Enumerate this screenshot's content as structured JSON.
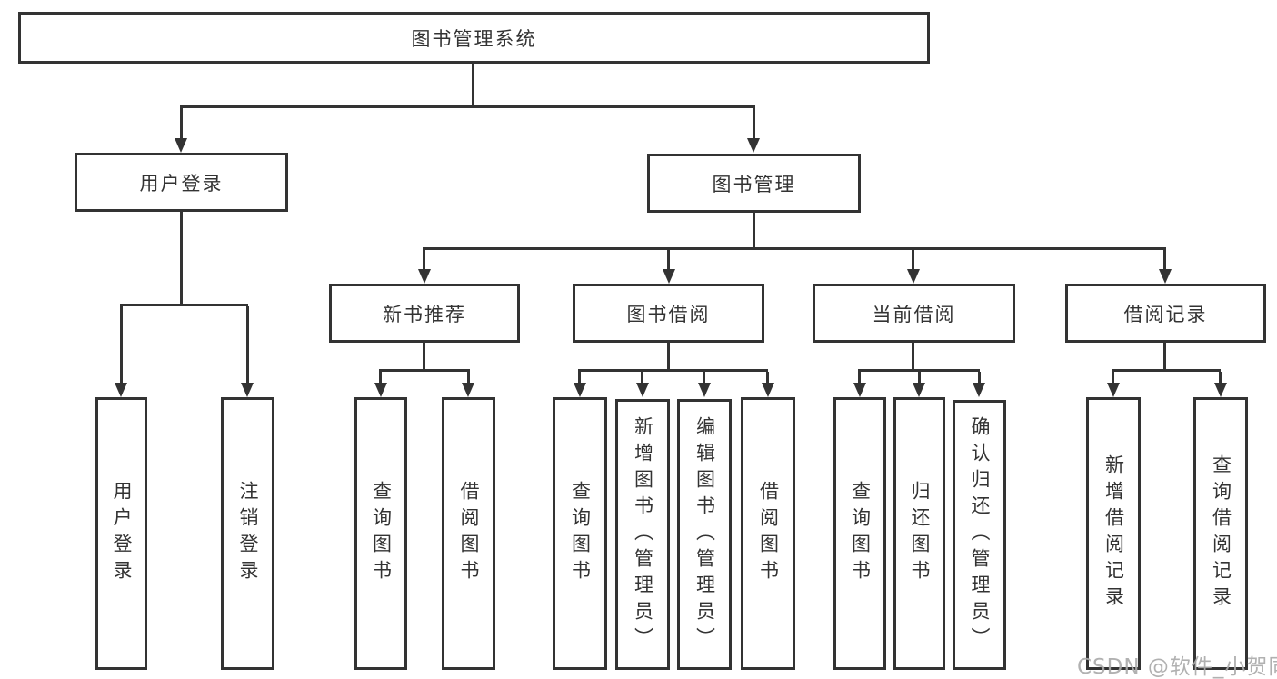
{
  "diagram": {
    "title": "图书管理系统",
    "level2": [
      {
        "label": "用户登录",
        "leaves": [
          "用户登录",
          "注销登录"
        ]
      },
      {
        "label": "图书管理",
        "children": [
          {
            "label": "新书推荐",
            "leaves": [
              "查询图书",
              "借阅图书"
            ]
          },
          {
            "label": "图书借阅",
            "leaves": [
              "查询图书",
              "新增图书（管理员）",
              "编辑图书（管理员）",
              "借阅图书"
            ]
          },
          {
            "label": "当前借阅",
            "leaves": [
              "查询图书",
              "归还图书",
              "确认归还（管理员）"
            ]
          },
          {
            "label": "借阅记录",
            "leaves": [
              "新增借阅记录",
              "查询借阅记录"
            ]
          }
        ]
      }
    ]
  },
  "watermark": "CSDN @软件_小贺同学",
  "colors": {
    "line": "#333333",
    "text": "#333333",
    "box_background": "#ffffff",
    "watermark": "#ababab"
  }
}
